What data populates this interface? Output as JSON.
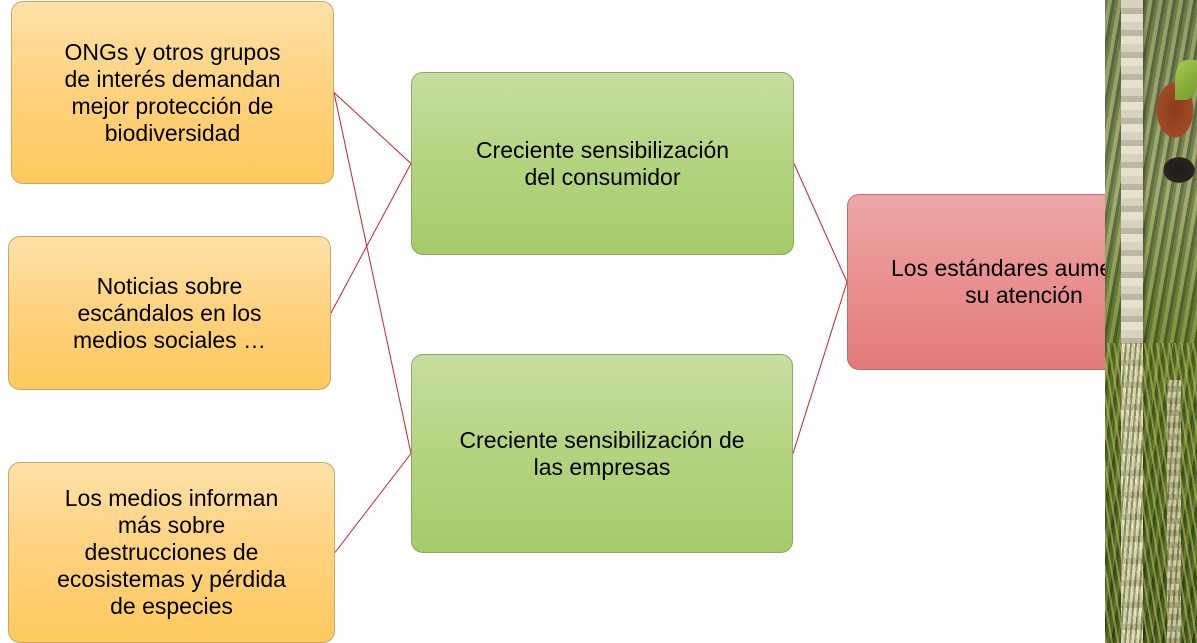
{
  "diagram": {
    "sources": [
      {
        "id": "src1",
        "lines": [
          "ONGs y otros grupos",
          "de interés demandan",
          "mejor protección de",
          "biodiversidad"
        ]
      },
      {
        "id": "src2",
        "lines": [
          "Noticias sobre",
          "escándalos en los",
          "medios sociales …"
        ]
      },
      {
        "id": "src3",
        "lines": [
          "Los medios informan",
          "más sobre",
          "destrucciones de",
          "ecosistemas y pérdida",
          "de especies"
        ]
      }
    ],
    "middle": [
      {
        "id": "mid1",
        "lines": [
          "Creciente sensibilización",
          "del consumidor"
        ]
      },
      {
        "id": "mid2",
        "lines": [
          "Creciente sensibilización de",
          "las empresas"
        ]
      }
    ],
    "outcome": {
      "id": "out1",
      "lines": [
        "Los estándares aumentan",
        "su atención"
      ]
    },
    "connections": [
      [
        "src1",
        "mid1"
      ],
      [
        "src1",
        "mid2"
      ],
      [
        "src2",
        "mid1"
      ],
      [
        "src3",
        "mid2"
      ],
      [
        "mid1",
        "out1"
      ],
      [
        "mid2",
        "out1"
      ]
    ],
    "colors": {
      "source_fill": "#ffd27e",
      "middle_fill": "#b3d47f",
      "outcome_fill": "#e88e8e",
      "connector": "#c0282d"
    }
  },
  "decoration": {
    "photo_icon": "forest-photo-icon"
  }
}
